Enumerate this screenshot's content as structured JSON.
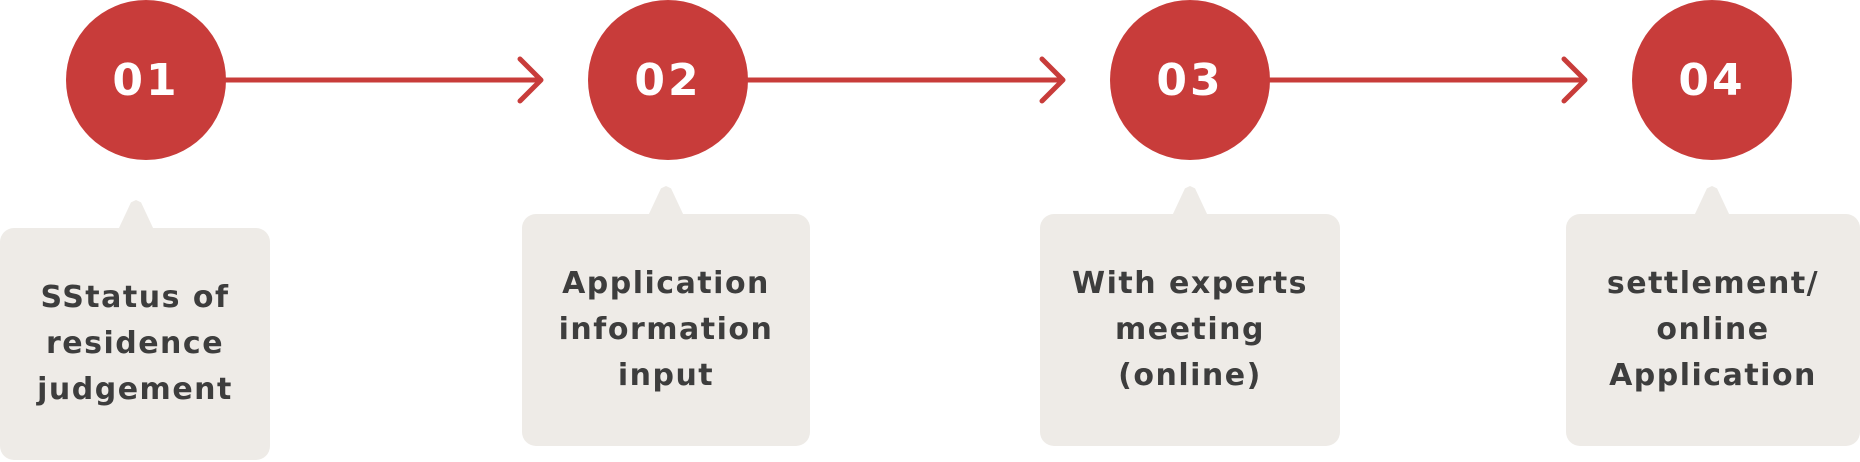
{
  "colors": {
    "accent": "#c83c3a",
    "bubble_bg": "#eeebe7",
    "text": "#3d3d3d",
    "number_text": "#ffffff"
  },
  "steps": [
    {
      "number": "01",
      "label": "SStatus of\nresidence\njudgement"
    },
    {
      "number": "02",
      "label": "Application\ninformation\ninput"
    },
    {
      "number": "03",
      "label": "With experts\nmeeting\n(online)"
    },
    {
      "number": "04",
      "label": "settlement/\nonline\nApplication"
    }
  ]
}
